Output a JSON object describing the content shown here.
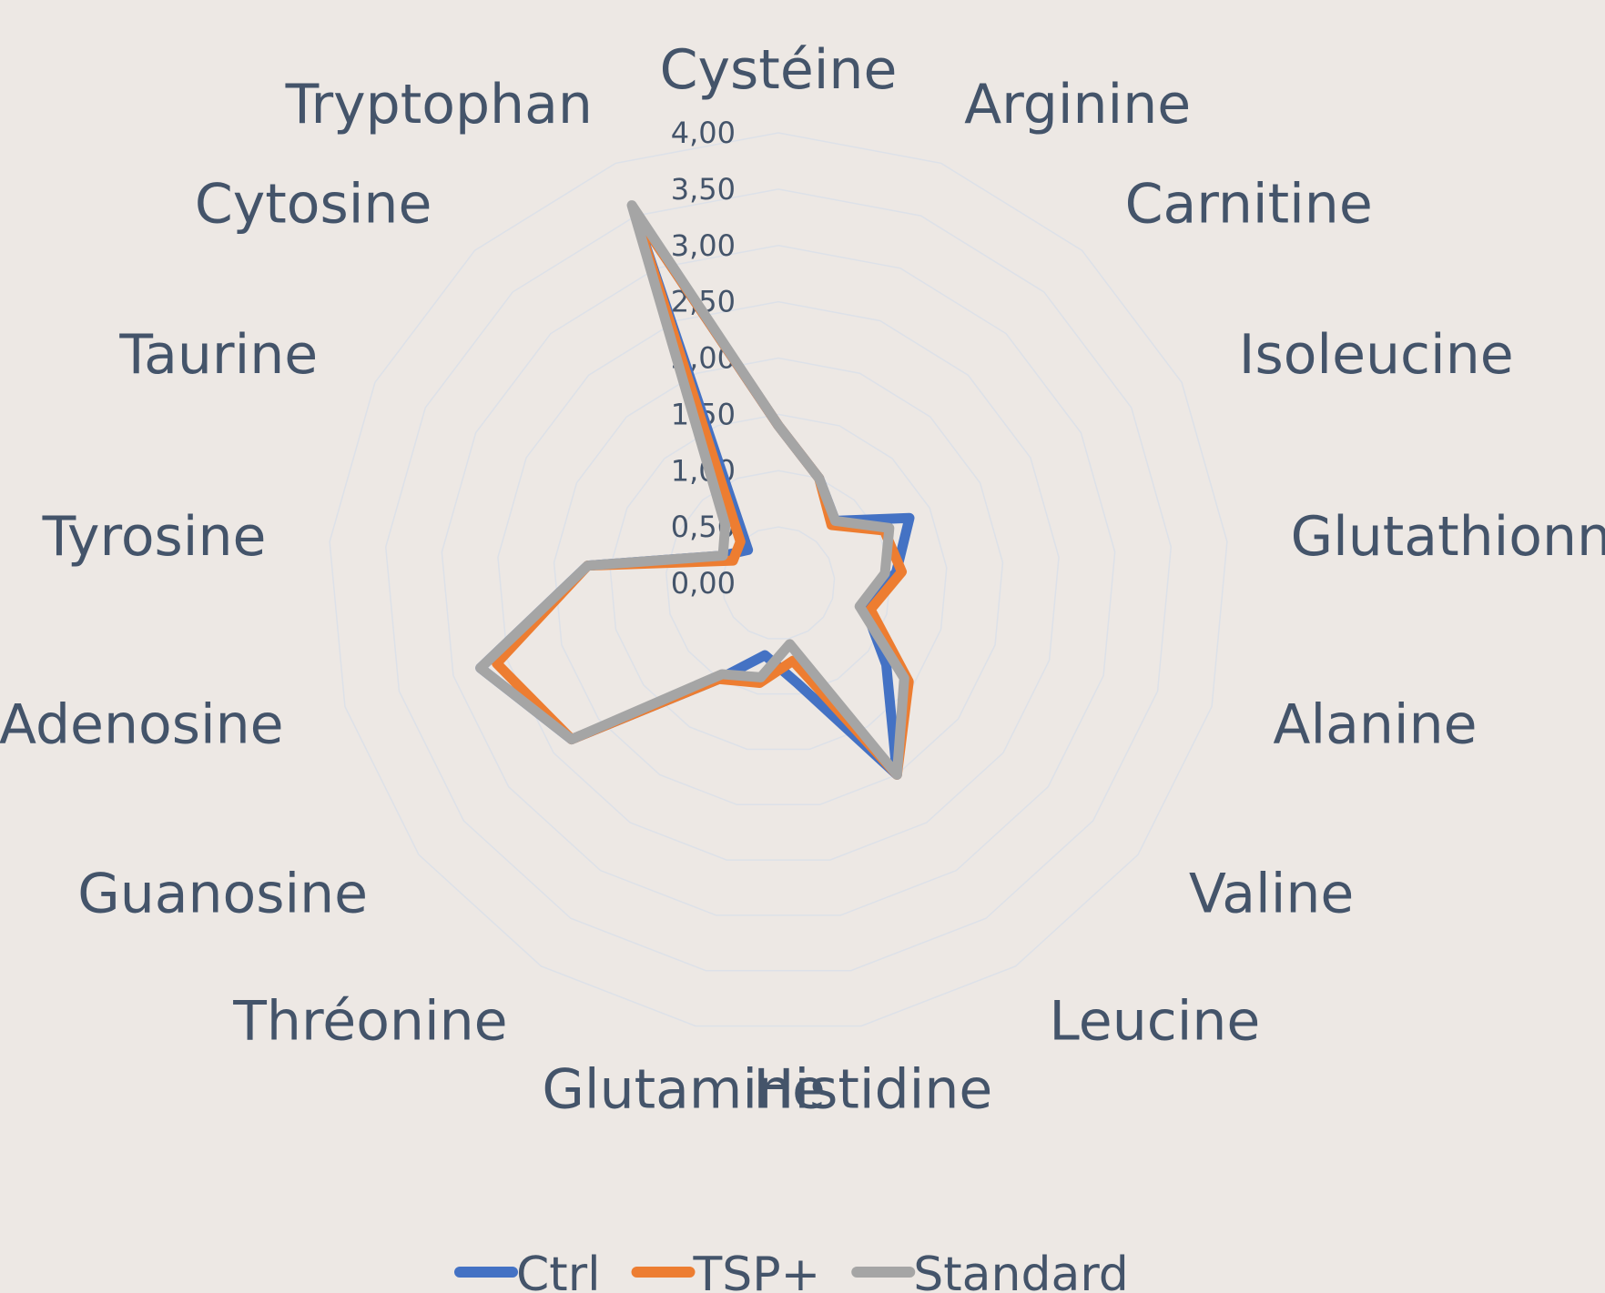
{
  "chart_data": {
    "type": "radar",
    "categories": [
      "Cystéine",
      "Arginine",
      "Carnitine",
      "Isoleucine",
      "Glutathionne",
      "Alanine",
      "Valine",
      "Leucine",
      "Histidine",
      "Glutamine",
      "Thréonine",
      "Guanosine",
      "Adenosine",
      "Tyrosine",
      "Taurine",
      "Cytosine",
      "Tryptophan"
    ],
    "ticks": [
      "0,00",
      "0,50",
      "1,00",
      "1,50",
      "2,00",
      "2,50",
      "3,00",
      "3,50",
      "4,00"
    ],
    "rmax": 4.0,
    "series": [
      {
        "name": "Ctrl",
        "color": "#4472c4",
        "values": [
          1.4,
          1.0,
          0.75,
          1.3,
          1.05,
          0.8,
          1.2,
          2.0,
          0.9,
          0.65,
          1.0,
          2.3,
          2.75,
          1.7,
          0.55,
          0.4,
          3.55
        ]
      },
      {
        "name": "TSP+",
        "color": "#ed7d31",
        "values": [
          1.4,
          1.0,
          0.7,
          1.05,
          1.1,
          0.85,
          1.45,
          2.0,
          0.7,
          0.9,
          1.0,
          2.3,
          2.6,
          1.7,
          0.45,
          0.5,
          3.55
        ]
      },
      {
        "name": "Standard",
        "color": "#a5a5a5",
        "values": [
          1.4,
          1.0,
          0.75,
          1.1,
          0.95,
          0.75,
          1.4,
          2.0,
          0.55,
          0.85,
          0.95,
          2.3,
          2.75,
          1.7,
          0.55,
          0.7,
          3.6
        ]
      }
    ],
    "legend_position": "bottom",
    "grid": true
  }
}
